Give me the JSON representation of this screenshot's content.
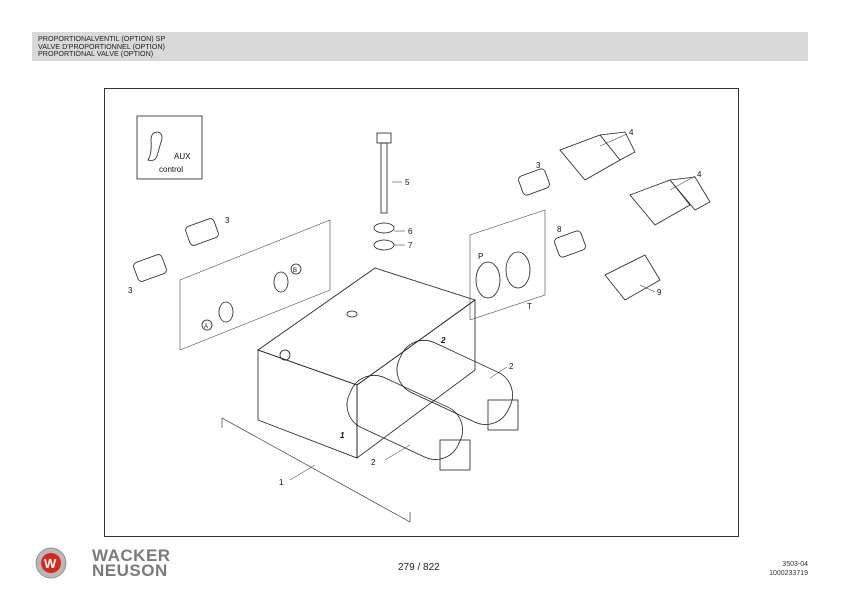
{
  "header": {
    "lines": [
      "PROPORTIONALVENTIL (OPTION) SP",
      "VALVE D'PROPORTIONNEL (OPTION)",
      "PROPORTIONAL VALVE (OPTION)"
    ]
  },
  "diagram": {
    "aux_label": "AUX",
    "control_label": "control",
    "callouts": [
      "4",
      "4",
      "3",
      "5",
      "3",
      "6",
      "7",
      "8",
      "9",
      "3",
      "2",
      "2",
      "1"
    ],
    "port_labels": {
      "a": "A",
      "b": "B",
      "p": "P",
      "t": "T",
      "coil1": "1",
      "coil2": "2"
    }
  },
  "footer": {
    "brand_line1": "WACKER",
    "brand_line2": "NEUSON",
    "page": "279 / 822",
    "code1": "3503-04",
    "code2": "1000233719"
  },
  "colors": {
    "header_bg": "#d9d9d9",
    "logo_red": "#d9281e"
  }
}
